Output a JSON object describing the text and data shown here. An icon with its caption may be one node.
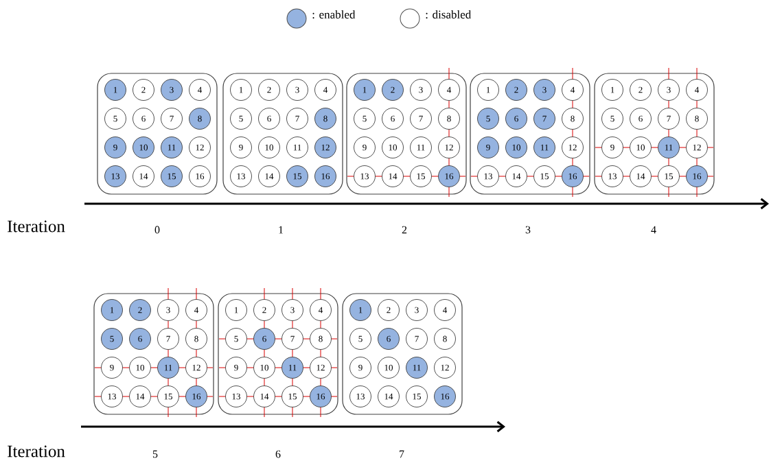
{
  "diagram": {
    "nodes": [
      {
        "text": [],
        "shape": "box"
      },
      {
        "text": [
          "1"
        ],
        "in": 0
      },
      {
        "text": [
          "2"
        ],
        "in": 0
      },
      {
        "text": [
          "3"
        ],
        "in": 0
      },
      {
        "text": [
          "4"
        ],
        "in": 0
      },
      {
        "text": [
          "5"
        ],
        "in": 0
      },
      {
        "text": [
          "6"
        ],
        "in": 0
      },
      {
        "text": [
          "7"
        ],
        "in": 0
      },
      {
        "text": [
          "8"
        ],
        "in": 0
      },
      {
        "text": [
          "9"
        ],
        "in": 0
      },
      {
        "text": [
          "10"
        ],
        "in": 0
      },
      {
        "text": [
          "11"
        ],
        "in": 0
      },
      {
        "text": [
          "12"
        ],
        "in": 0
      },
      {
        "text": [
          "13"
        ],
        "in": 0
      },
      {
        "text": [
          "14"
        ],
        "in": 0
      },
      {
        "text": [
          "15"
        ],
        "in": 0
      },
      {
        "text": [
          "16"
        ],
        "in": 0
      },
      {
        "text": [],
        "shape": "box"
      },
      {
        "text": [
          "1"
        ],
        "in": 17
      },
      {
        "text": [
          "2"
        ],
        "in": 17
      },
      {
        "text": [
          "3"
        ],
        "in": 17
      },
      {
        "text": [
          "4"
        ],
        "in": 17
      },
      {
        "text": [
          "5"
        ],
        "in": 17
      },
      {
        "text": [
          "6"
        ],
        "in": 17
      },
      {
        "text": [
          "7"
        ],
        "in": 17
      },
      {
        "text": [
          "8"
        ],
        "in": 17
      },
      {
        "text": [
          "9"
        ],
        "in": 17
      },
      {
        "text": [
          "10"
        ],
        "in": 17
      },
      {
        "text": [
          "11"
        ],
        "in": 17
      },
      {
        "text": [
          "12"
        ],
        "in": 17
      },
      {
        "text": [
          "13"
        ],
        "in": 17
      },
      {
        "text": [
          "14"
        ],
        "in": 17
      },
      {
        "text": [
          "15"
        ],
        "in": 17
      },
      {
        "text": [
          "16"
        ],
        "in": 17
      },
      {
        "text": [],
        "shape": "box"
      },
      {
        "text": [
          "1"
        ],
        "in": 34
      },
      {
        "text": [
          "2"
        ],
        "in": 34
      },
      {
        "text": [
          "3"
        ],
        "in": 34
      },
      {
        "text": [
          "4"
        ],
        "in": 34
      },
      {
        "text": [
          "5"
        ],
        "in": 34
      },
      {
        "text": [
          "6"
        ],
        "in": 34
      },
      {
        "text": [
          "7"
        ],
        "in": 34
      },
      {
        "text": [
          "8"
        ],
        "in": 34
      },
      {
        "text": [
          "9"
        ],
        "in": 34
      },
      {
        "text": [
          "10"
        ],
        "in": 34
      },
      {
        "text": [
          "11"
        ],
        "in": 34
      },
      {
        "text": [
          "12"
        ],
        "in": 34
      },
      {
        "text": [
          "13"
        ],
        "in": 34
      },
      {
        "text": [
          "14"
        ],
        "in": 34
      },
      {
        "text": [
          "15"
        ],
        "in": 34
      },
      {
        "text": [
          "16"
        ],
        "in": 34
      },
      {
        "text": [],
        "shape": "box"
      },
      {
        "text": [
          "1"
        ],
        "in": 51
      },
      {
        "text": [
          "2"
        ],
        "in": 51
      },
      {
        "text": [
          "3"
        ],
        "in": 51
      },
      {
        "text": [
          "4"
        ],
        "in": 51
      },
      {
        "text": [
          "5"
        ],
        "in": 51
      },
      {
        "text": [
          "6"
        ],
        "in": 51
      },
      {
        "text": [
          "7"
        ],
        "in": 51
      },
      {
        "text": [
          "8"
        ],
        "in": 51
      },
      {
        "text": [
          "9"
        ],
        "in": 51
      },
      {
        "text": [
          "10"
        ],
        "in": 51
      },
      {
        "text": [
          "11"
        ],
        "in": 51
      },
      {
        "text": [
          "12"
        ],
        "in": 51
      },
      {
        "text": [
          "13"
        ],
        "in": 51
      },
      {
        "text": [
          "14"
        ],
        "in": 51
      },
      {
        "text": [
          "15"
        ],
        "in": 51
      },
      {
        "text": [
          "16"
        ],
        "in": 51
      },
      {
        "text": [],
        "shape": "box"
      },
      {
        "text": [
          "1"
        ],
        "in": 68
      },
      {
        "text": [
          "2"
        ],
        "in": 68
      },
      {
        "text": [
          "3"
        ],
        "in": 68
      },
      {
        "text": [
          "4"
        ],
        "in": 68
      },
      {
        "text": [
          "5"
        ],
        "in": 68
      },
      {
        "text": [
          "6"
        ],
        "in": 68
      },
      {
        "text": [
          "7"
        ],
        "in": 68
      },
      {
        "text": [
          "8"
        ],
        "in": 68
      },
      {
        "text": [
          "9"
        ],
        "in": 68
      },
      {
        "text": [
          "10"
        ],
        "in": 68
      },
      {
        "text": [
          "11"
        ],
        "in": 68
      },
      {
        "text": [
          "12"
        ],
        "in": 68
      },
      {
        "text": [
          "13"
        ],
        "in": 68
      },
      {
        "text": [
          "14"
        ],
        "in": 68
      },
      {
        "text": [
          "15"
        ],
        "in": 68
      },
      {
        "text": [
          "16"
        ],
        "in": 68
      },
      {
        "text": [],
        "shape": "box"
      },
      {
        "text": [
          "1"
        ],
        "in": 85
      },
      {
        "text": [
          "2"
        ],
        "in": 85
      },
      {
        "text": [
          "3"
        ],
        "in": 85
      },
      {
        "text": [
          "4"
        ],
        "in": 85
      },
      {
        "text": [
          "5"
        ],
        "in": 85
      },
      {
        "text": [
          "6"
        ],
        "in": 85
      },
      {
        "text": [
          "7"
        ],
        "in": 85
      },
      {
        "text": [
          "8"
        ],
        "in": 85
      },
      {
        "text": [
          "9"
        ],
        "in": 85
      },
      {
        "text": [
          "10"
        ],
        "in": 85
      },
      {
        "text": [
          "11"
        ],
        "in": 85
      },
      {
        "text": [
          "12"
        ],
        "in": 85
      },
      {
        "text": [
          "13"
        ],
        "in": 85
      },
      {
        "text": [
          "14"
        ],
        "in": 85
      },
      {
        "text": [
          "15"
        ],
        "in": 85
      },
      {
        "text": [
          "16"
        ],
        "in": 85
      },
      {
        "text": [],
        "shape": "box"
      },
      {
        "text": [
          "1"
        ],
        "in": 102
      },
      {
        "text": [
          "2"
        ],
        "in": 102
      },
      {
        "text": [
          "3"
        ],
        "in": 102
      },
      {
        "text": [
          "4"
        ],
        "in": 102
      },
      {
        "text": [
          "5"
        ],
        "in": 102
      },
      {
        "text": [
          "6"
        ],
        "in": 102
      },
      {
        "text": [
          "7"
        ],
        "in": 102
      },
      {
        "text": [
          "8"
        ],
        "in": 102
      },
      {
        "text": [
          "9"
        ],
        "in": 102
      },
      {
        "text": [
          "10"
        ],
        "in": 102
      },
      {
        "text": [
          "11"
        ],
        "in": 102
      },
      {
        "text": [
          "12"
        ],
        "in": 102
      },
      {
        "text": [
          "13"
        ],
        "in": 102
      },
      {
        "text": [
          "14"
        ],
        "in": 102
      },
      {
        "text": [
          "15"
        ],
        "in": 102
      },
      {
        "text": [
          "16"
        ],
        "in": 102
      },
      {
        "text": [],
        "shape": "box"
      },
      {
        "text": [
          "1"
        ],
        "in": 119
      },
      {
        "text": [
          "2"
        ],
        "in": 119
      },
      {
        "text": [
          "3"
        ],
        "in": 119
      },
      {
        "text": [
          "4"
        ],
        "in": 119
      },
      {
        "text": [
          "5"
        ],
        "in": 119
      },
      {
        "text": [
          "6"
        ],
        "in": 119
      },
      {
        "text": [
          "7"
        ],
        "in": 119
      },
      {
        "text": [
          "8"
        ],
        "in": 119
      },
      {
        "text": [
          "9"
        ],
        "in": 119
      },
      {
        "text": [
          "10"
        ],
        "in": 119
      },
      {
        "text": [
          "11"
        ],
        "in": 119
      },
      {
        "text": [
          "12"
        ],
        "in": 119
      },
      {
        "text": [
          "13"
        ],
        "in": 119
      },
      {
        "text": [
          "14"
        ],
        "in": 119
      },
      {
        "text": [
          "15"
        ],
        "in": 119
      },
      {
        "text": [
          "16"
        ],
        "in": 119
      }
    ],
    "labels": [
      "Iteration",
      "0",
      "1",
      "2",
      "3",
      "4",
      "Iteration",
      "5",
      "6",
      "7"
    ],
    "legend": [
      {
        "text": ": enabled",
        "color": "#95b3e0"
      },
      {
        "text": ": disabled"
      }
    ]
  }
}
